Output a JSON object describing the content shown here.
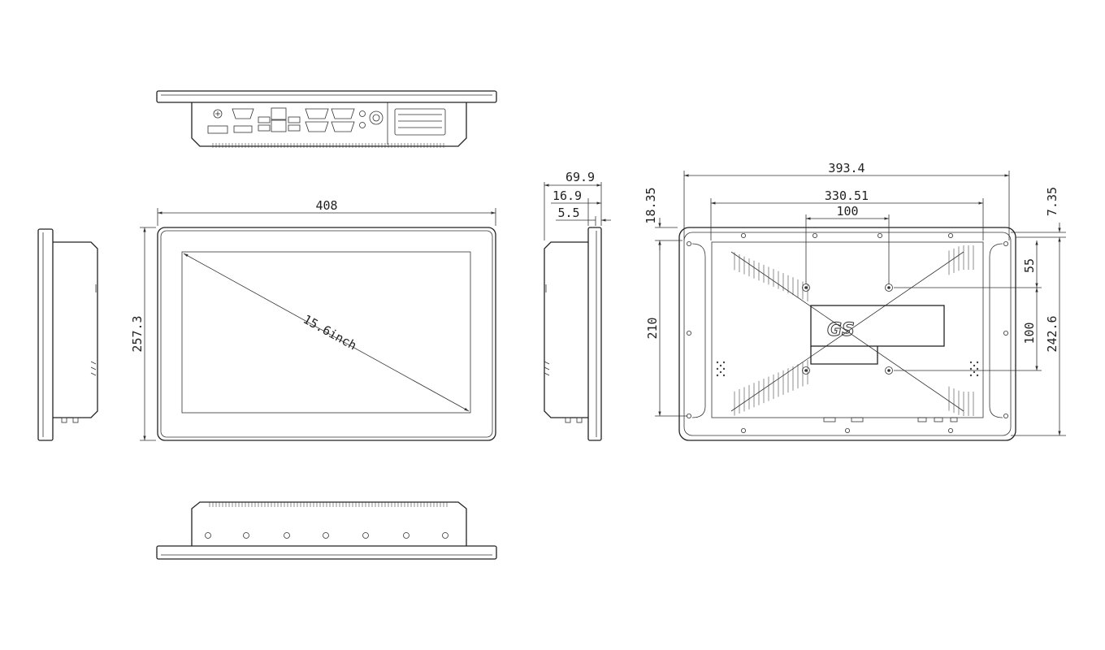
{
  "front": {
    "width_dim": "408",
    "height_dim": "257.3",
    "diagonal_label": "15.6inch"
  },
  "side": {
    "depth_dim": "69.9",
    "bezel_dim": "16.9",
    "panel_dim": "5.5"
  },
  "back": {
    "overall_width_dim": "393.4",
    "hole_span_dim": "330.51",
    "vesa_width_dim": "100",
    "top_offset_left_dim": "18.35",
    "top_offset_right_dim": "7.35",
    "hole_height_dim": "210",
    "upper_offset_dim": "55",
    "vesa_height_dim": "100",
    "overall_height_dim": "242.6",
    "logo_text": "GS"
  }
}
